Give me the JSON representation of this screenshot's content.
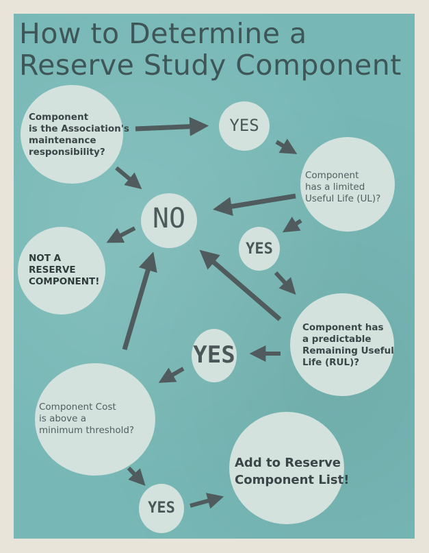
{
  "title": {
    "line1": "How to Determine a",
    "line2": "Reserve Study Component"
  },
  "nodes": {
    "maintenance": [
      "Component",
      "is the Association's",
      "maintenance",
      "responsibility?"
    ],
    "useful_life": [
      "Component",
      "has a limited",
      "Useful Life (UL)?"
    ],
    "predictable_rul": [
      "Component has",
      "a predictable",
      "Remaining Useful",
      "Life (RUL)?"
    ],
    "cost_threshold": [
      "Component Cost",
      "is above a",
      "minimum threshold?"
    ],
    "not_reserve": [
      "NOT A",
      "RESERVE",
      "COMPONENT!"
    ],
    "add_to_list": [
      "Add to Reserve",
      "Component List!"
    ]
  },
  "answers": {
    "yes_1": "YES",
    "yes_2": "YES",
    "yes_3": "YES",
    "yes_4": "YES",
    "no": "NO"
  },
  "colors": {
    "background": "#77b8b6",
    "circle": "#d3e2dc",
    "arrow": "#4f5b5c",
    "border": "#e8e4da"
  }
}
